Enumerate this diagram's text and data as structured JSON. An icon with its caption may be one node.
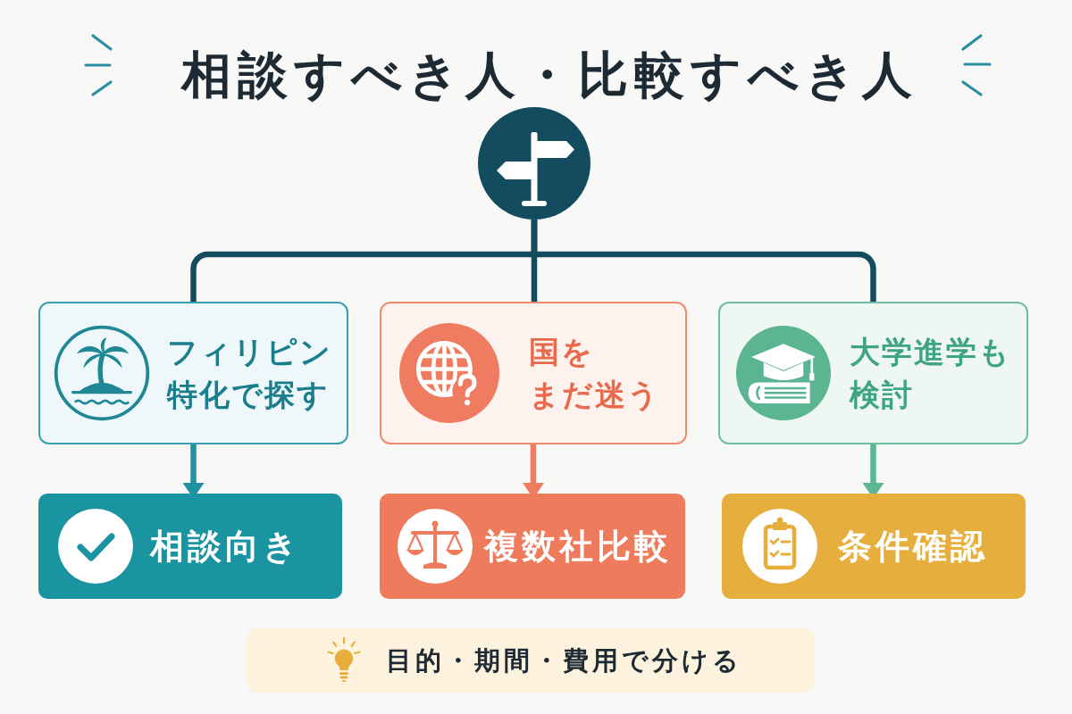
{
  "diagram": {
    "title": "相談すべき人・比較すべき人",
    "nodes": [
      {
        "text": [],
        "shape": "circle"
      },
      {
        "text": [
          "フィリピン特化で探す"
        ]
      },
      {
        "text": [
          "国をまだ迷う"
        ]
      },
      {
        "text": [
          "大学進学も検討"
        ]
      },
      {
        "text": [
          "相談向き"
        ]
      },
      {
        "text": [
          "複数社比較"
        ]
      },
      {
        "text": [
          "条件確認"
        ]
      },
      {
        "text": [
          "目的・期間・費用で分ける"
        ]
      }
    ],
    "edges": [
      {
        "from": 0,
        "to": 1,
        "arrow": "none"
      },
      {
        "from": 0,
        "to": 2,
        "arrow": "none"
      },
      {
        "from": 0,
        "to": 3,
        "arrow": "none"
      },
      {
        "from": 1,
        "to": 4,
        "arrow": "to",
        "color": "#1f93a1"
      },
      {
        "from": 2,
        "to": 5,
        "arrow": "to",
        "color": "#ee7b5e"
      },
      {
        "from": 3,
        "to": 6,
        "arrow": "to",
        "color": "#5bb794"
      }
    ]
  }
}
